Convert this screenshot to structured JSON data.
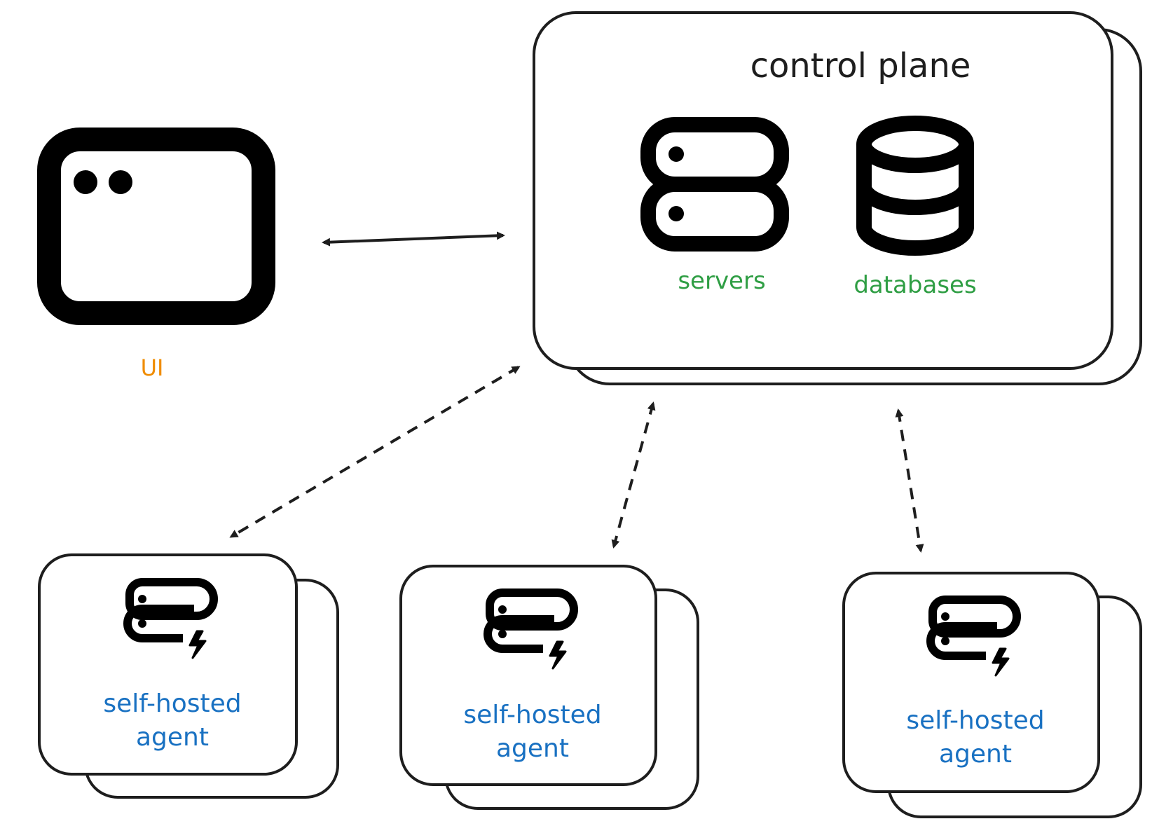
{
  "nodes": {
    "ui": {
      "label": "UI"
    },
    "control_plane": {
      "title": "control plane",
      "servers_label": "servers",
      "databases_label": "databases"
    },
    "agents": [
      {
        "line1": "self-hosted",
        "line2": "agent"
      },
      {
        "line1": "self-hosted",
        "line2": "agent"
      },
      {
        "line1": "self-hosted",
        "line2": "agent"
      }
    ]
  },
  "colors": {
    "ui_label": "#f08c00",
    "control_labels": "#2f9e44",
    "agent_labels": "#1971c2",
    "stroke": "#1e1e1e"
  },
  "icons": {
    "ui": "app-window-icon",
    "servers": "server-icon",
    "databases": "database-icon",
    "agent": "server-bolt-icon"
  }
}
